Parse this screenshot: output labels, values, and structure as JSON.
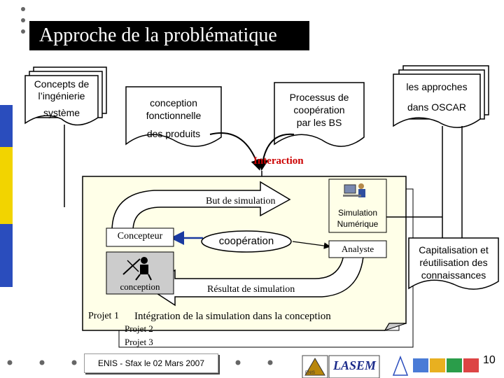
{
  "slide": {
    "title": "Approche de la problématique",
    "page_number": "10"
  },
  "top_docs": {
    "concepts_line1": "Concepts de",
    "concepts_line2": "l’ingénierie",
    "concepts_line3": "système",
    "conception_line1": "conception",
    "conception_line2": "fonctionnelle",
    "conception_line3": "des produits",
    "processus_line1": "Processus de",
    "processus_line2": "coopération",
    "processus_line3": "par les BS",
    "approches_line1": "les approches",
    "approches_line2": "dans  OSCAR"
  },
  "diagram": {
    "interaction": "Interaction",
    "but_simulation": "But de simulation",
    "simulation_line1": "Simulation",
    "simulation_line2": "Numérique",
    "concepteur": "Concepteur",
    "cooperation": "coopération",
    "analyste": "Analyste",
    "conception": "conception",
    "resultat": "Résultat de simulation",
    "projet1": "Projet 1",
    "integration": "Intégration de la simulation dans la conception",
    "projet2": "Projet 2",
    "projet3": "Projet 3",
    "capitalisation_line1": "Capitalisation et",
    "capitalisation_line2": "réutilisation des",
    "capitalisation_line3": "connaissances"
  },
  "footer": {
    "event": "ENIS - Sfax le 02 Mars 2007",
    "lasem": "LASEM",
    "enis": "ENIS"
  },
  "colors": {
    "left_strip_blue": "#2a4dbd",
    "left_strip_yellow": "#f2d400",
    "interaction_red": "#cc0000",
    "pale_yellow": "#ffffe8"
  }
}
